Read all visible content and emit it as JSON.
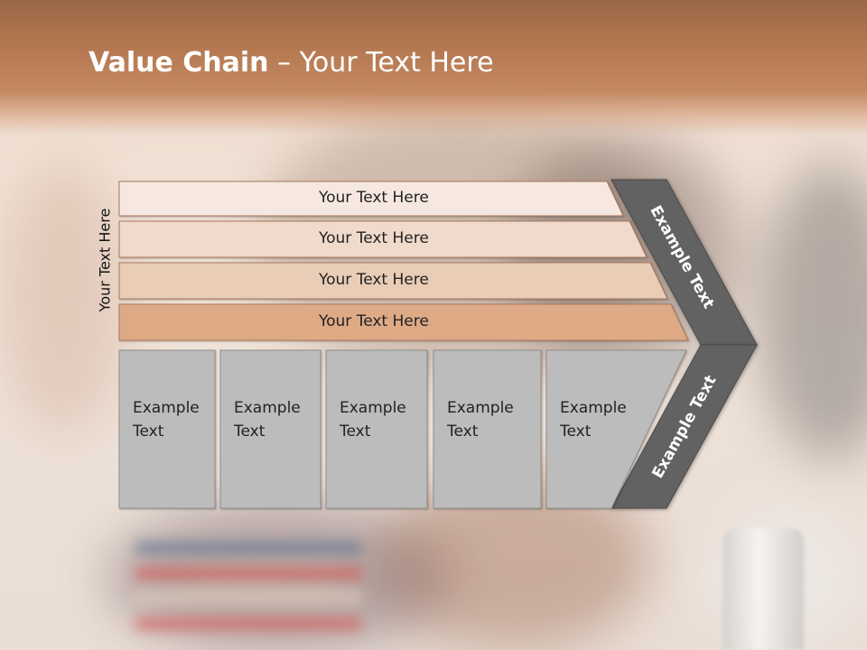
{
  "slide": {
    "title_bold": "Value Chain",
    "title_rest": " – Your Text Here",
    "vertical_label": "Your Text Here",
    "bands": [
      {
        "label": "Your Text Here",
        "color": "#f6e8e0"
      },
      {
        "label": "Your Text Here",
        "color": "#f0dacb"
      },
      {
        "label": "Your Text Here",
        "color": "#e9cdb7"
      },
      {
        "label": "Your Text Here",
        "color": "#deaa86"
      }
    ],
    "cells": [
      {
        "text": "Example\nText"
      },
      {
        "text": "Example\nText"
      },
      {
        "text": "Example\nText"
      },
      {
        "text": "Example\nText"
      },
      {
        "text": "Example\nText"
      }
    ],
    "chevron_top_label": "Example Text",
    "chevron_bottom_label": "Example Text",
    "colors": {
      "header": "#b47851",
      "cell_fill": "#bcbcbc",
      "chevron_fill": "#626262",
      "band_border": "#a9785c"
    }
  }
}
